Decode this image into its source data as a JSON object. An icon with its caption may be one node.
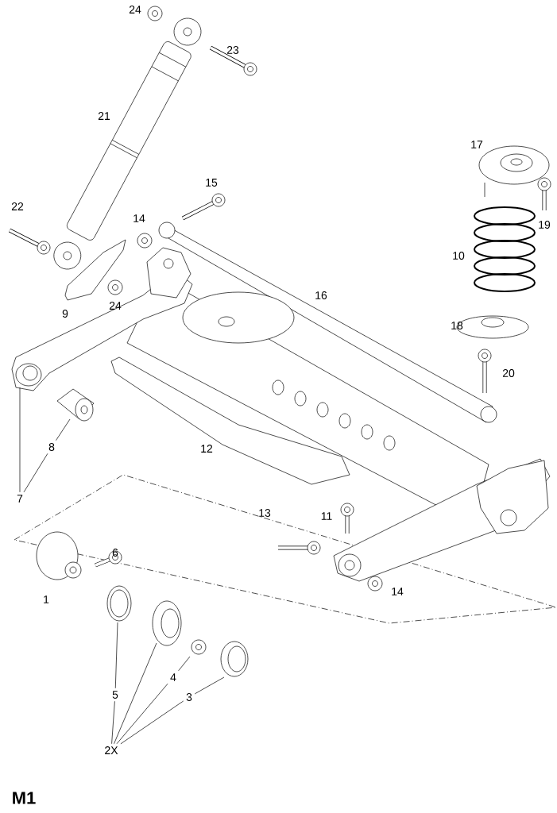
{
  "diagram": {
    "nodes": [
      {
        "text": [
          "7"
        ]
      },
      {
        "text": [
          "8"
        ]
      },
      {
        "text": [
          "2X"
        ]
      },
      {
        "text": [
          "5"
        ]
      },
      {
        "text": [
          "4"
        ]
      },
      {
        "text": [
          "3"
        ]
      }
    ],
    "edges": [
      {
        "from": 0,
        "to": null,
        "arrow": "none"
      },
      {
        "from": 0,
        "to": 1,
        "arrow": "none"
      },
      {
        "from": 1,
        "to": null,
        "arrow": "none"
      },
      {
        "from": 2,
        "to": 3,
        "arrow": "none"
      },
      {
        "from": 3,
        "to": null,
        "arrow": "none"
      },
      {
        "from": 2,
        "to": null,
        "arrow": "none"
      },
      {
        "from": 2,
        "to": 4,
        "arrow": "none"
      },
      {
        "from": 4,
        "to": null,
        "arrow": "none"
      },
      {
        "from": 2,
        "to": 5,
        "arrow": "none"
      },
      {
        "from": 5,
        "to": null,
        "arrow": "none"
      }
    ],
    "labels": [
      "24",
      "23",
      "21",
      "17",
      "15",
      "22",
      "14",
      "19",
      "10",
      "9",
      "24",
      "16",
      "18",
      "20",
      "12",
      "13",
      "11",
      "6",
      "1",
      "14",
      "M1"
    ]
  }
}
